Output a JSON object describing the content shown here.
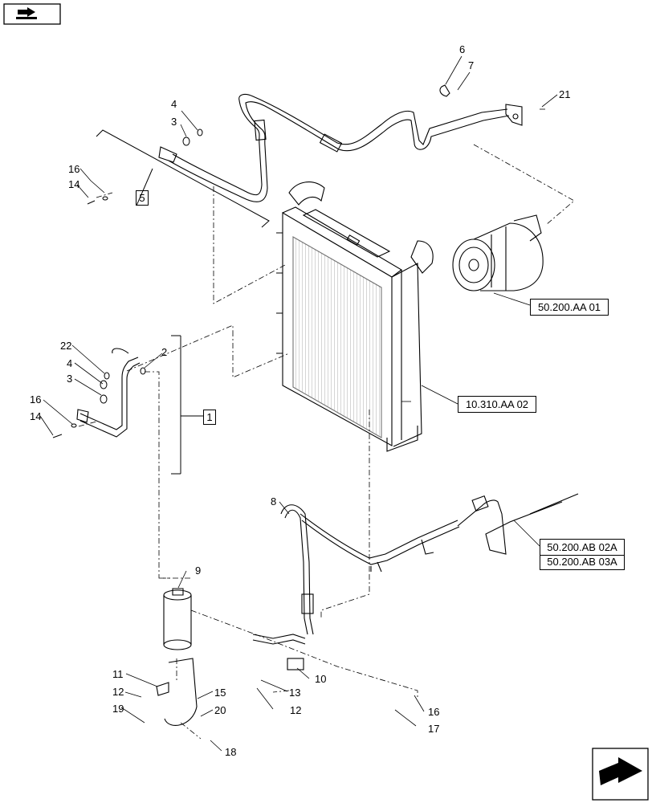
{
  "nav": {
    "top_icon": "book-arrow-icon",
    "bottom_icon": "next-page-arrow-icon"
  },
  "callouts": [
    {
      "id": "c6",
      "label": "6"
    },
    {
      "id": "c7",
      "label": "7"
    },
    {
      "id": "c21",
      "label": "21"
    },
    {
      "id": "c4a",
      "label": "4"
    },
    {
      "id": "c3a",
      "label": "3"
    },
    {
      "id": "c16a",
      "label": "16"
    },
    {
      "id": "c14a",
      "label": "14"
    },
    {
      "id": "c22",
      "label": "22"
    },
    {
      "id": "c2",
      "label": "2"
    },
    {
      "id": "c4b",
      "label": "4"
    },
    {
      "id": "c3b",
      "label": "3"
    },
    {
      "id": "c16b",
      "label": "16"
    },
    {
      "id": "c14b",
      "label": "14"
    },
    {
      "id": "c8",
      "label": "8"
    },
    {
      "id": "c9",
      "label": "9"
    },
    {
      "id": "c11",
      "label": "11"
    },
    {
      "id": "c12a",
      "label": "12"
    },
    {
      "id": "c19",
      "label": "19"
    },
    {
      "id": "c15",
      "label": "15"
    },
    {
      "id": "c20",
      "label": "20"
    },
    {
      "id": "c18",
      "label": "18"
    },
    {
      "id": "c13",
      "label": "13"
    },
    {
      "id": "c12b",
      "label": "12"
    },
    {
      "id": "c10",
      "label": "10"
    },
    {
      "id": "c16c",
      "label": "16"
    },
    {
      "id": "c17",
      "label": "17"
    }
  ],
  "boxed_refs": [
    {
      "id": "b5",
      "label": "5"
    },
    {
      "id": "b1",
      "label": "1"
    }
  ],
  "references": [
    {
      "id": "r1",
      "label": "50.200.AA 01"
    },
    {
      "id": "r2",
      "label": "10.310.AA 02"
    },
    {
      "id": "r3",
      "label": "50.200.AB 02A"
    },
    {
      "id": "r4",
      "label": "50.200.AB 03A"
    }
  ]
}
